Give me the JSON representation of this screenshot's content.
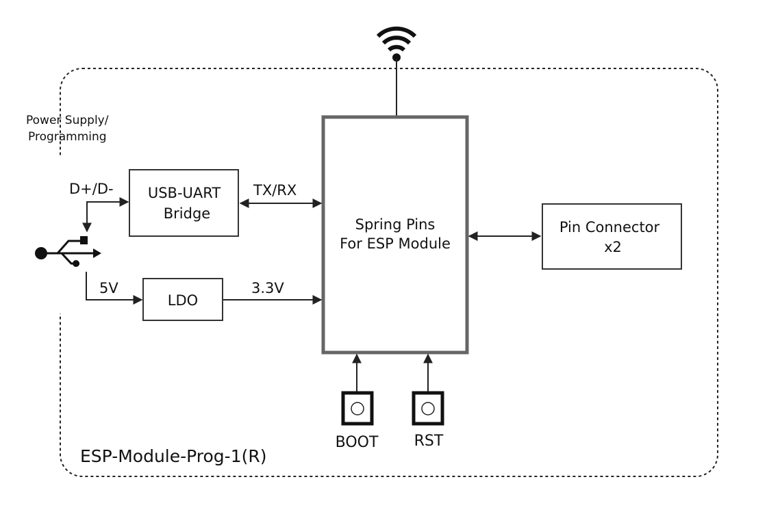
{
  "board": {
    "name": "ESP-Module-Prog-1(R)"
  },
  "usb": {
    "label_line1": "Power Supply/",
    "label_line2": "Programming",
    "data_signal": "D+/D-",
    "power_signal": "5V",
    "icon": "usb-icon"
  },
  "blocks": {
    "usb_uart": {
      "line1": "USB-UART",
      "line2": "Bridge"
    },
    "ldo": {
      "label": "LDO"
    },
    "spring_pins": {
      "line1": "Spring Pins",
      "line2": "For ESP Module"
    },
    "pin_connector": {
      "line1": "Pin Connector",
      "line2": "x2"
    }
  },
  "signals": {
    "uart": "TX/RX",
    "ldo_out": "3.3V"
  },
  "buttons": {
    "boot": "BOOT",
    "rst": "RST"
  },
  "antenna": {
    "icon": "wifi-icon"
  }
}
